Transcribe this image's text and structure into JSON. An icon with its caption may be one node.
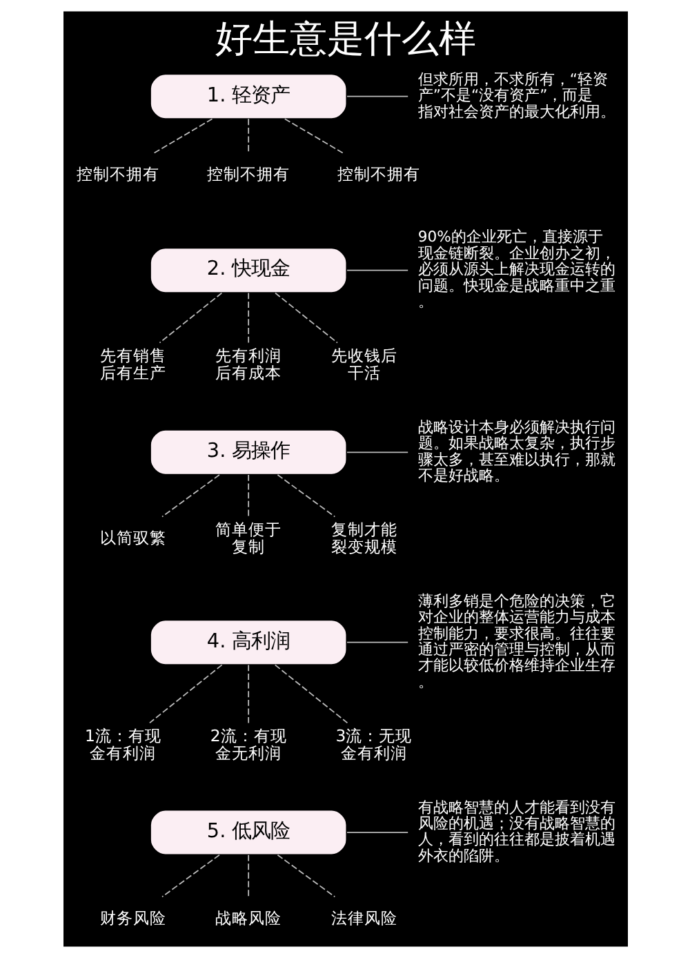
{
  "diagram": {
    "title": "好生意是什么样",
    "nodes": [
      {
        "text": [
          "1. 轻资产"
        ]
      },
      {
        "text": [
          "控制不拥有"
        ]
      },
      {
        "text": [
          "控制不拥有"
        ]
      },
      {
        "text": [
          "控制不拥有"
        ]
      },
      {
        "text": [
          "但求所用，不求所有，“轻资产”不是“没有资产”，而是指对社会资产的最大化利用。"
        ]
      },
      {
        "text": [
          "2. 快现金"
        ]
      },
      {
        "text": [
          "先有销售后有生产"
        ]
      },
      {
        "text": [
          "先有利润后有成本"
        ]
      },
      {
        "text": [
          "先收钱后干活"
        ]
      },
      {
        "text": [
          "90%的企业死亡，直接源于现金链断裂。企业创办之初，必须从源头上解决现金运转的问题。快现金是战略重中之重。"
        ]
      },
      {
        "text": [
          "3. 易操作"
        ]
      },
      {
        "text": [
          "以简驭繁"
        ]
      },
      {
        "text": [
          "简单便于复制"
        ]
      },
      {
        "text": [
          "复制才能裂变规模"
        ]
      },
      {
        "text": [
          "战略设计本身必须解决执行问题。如果战略太复杂，执行步骤太多，甚至难以执行，那就不是好战略。"
        ]
      },
      {
        "text": [
          "4. 高利润"
        ]
      },
      {
        "text": [
          "1流：有现金有利润"
        ]
      },
      {
        "text": [
          "2流：有现金无利润"
        ]
      },
      {
        "text": [
          "3流：无现金有利润"
        ]
      },
      {
        "text": [
          "薄利多销是个危险的决策，它对企业的整体运营能力与成本控制能力，要求很高。往往要通过严密的管理与控制，从而才能以较低价格维持企业生存。"
        ]
      },
      {
        "text": [
          "5. 低风险"
        ]
      },
      {
        "text": [
          "财务风险"
        ]
      },
      {
        "text": [
          "战略风险"
        ]
      },
      {
        "text": [
          "法律风险"
        ]
      },
      {
        "text": [
          "有战略智慧的人才能看到没有风险的机遇；没有战略智慧的人，看到的往往都是披着机遇外衣的陷阱。"
        ]
      }
    ],
    "edges": [
      {
        "from": 0,
        "to": 1,
        "arrow": "none",
        "style": "dashed"
      },
      {
        "from": 0,
        "to": 2,
        "arrow": "none",
        "style": "dashed"
      },
      {
        "from": 0,
        "to": 3,
        "arrow": "none",
        "style": "dashed"
      },
      {
        "from": 0,
        "to": 4,
        "arrow": "none"
      },
      {
        "from": 5,
        "to": 6,
        "arrow": "none",
        "style": "dashed"
      },
      {
        "from": 5,
        "to": 7,
        "arrow": "none",
        "style": "dashed"
      },
      {
        "from": 5,
        "to": 8,
        "arrow": "none",
        "style": "dashed"
      },
      {
        "from": 5,
        "to": 9,
        "arrow": "none"
      },
      {
        "from": 10,
        "to": 11,
        "arrow": "none",
        "style": "dashed"
      },
      {
        "from": 10,
        "to": 12,
        "arrow": "none",
        "style": "dashed"
      },
      {
        "from": 10,
        "to": 13,
        "arrow": "none",
        "style": "dashed"
      },
      {
        "from": 10,
        "to": 14,
        "arrow": "none"
      },
      {
        "from": 15,
        "to": 16,
        "arrow": "none",
        "style": "dashed"
      },
      {
        "from": 15,
        "to": 17,
        "arrow": "none",
        "style": "dashed"
      },
      {
        "from": 15,
        "to": 18,
        "arrow": "none",
        "style": "dashed"
      },
      {
        "from": 15,
        "to": 19,
        "arrow": "none"
      },
      {
        "from": 20,
        "to": 21,
        "arrow": "none",
        "style": "dashed"
      },
      {
        "from": 20,
        "to": 22,
        "arrow": "none",
        "style": "dashed"
      },
      {
        "from": 20,
        "to": 23,
        "arrow": "none",
        "style": "dashed"
      },
      {
        "from": 20,
        "to": 24,
        "arrow": "none"
      }
    ]
  }
}
